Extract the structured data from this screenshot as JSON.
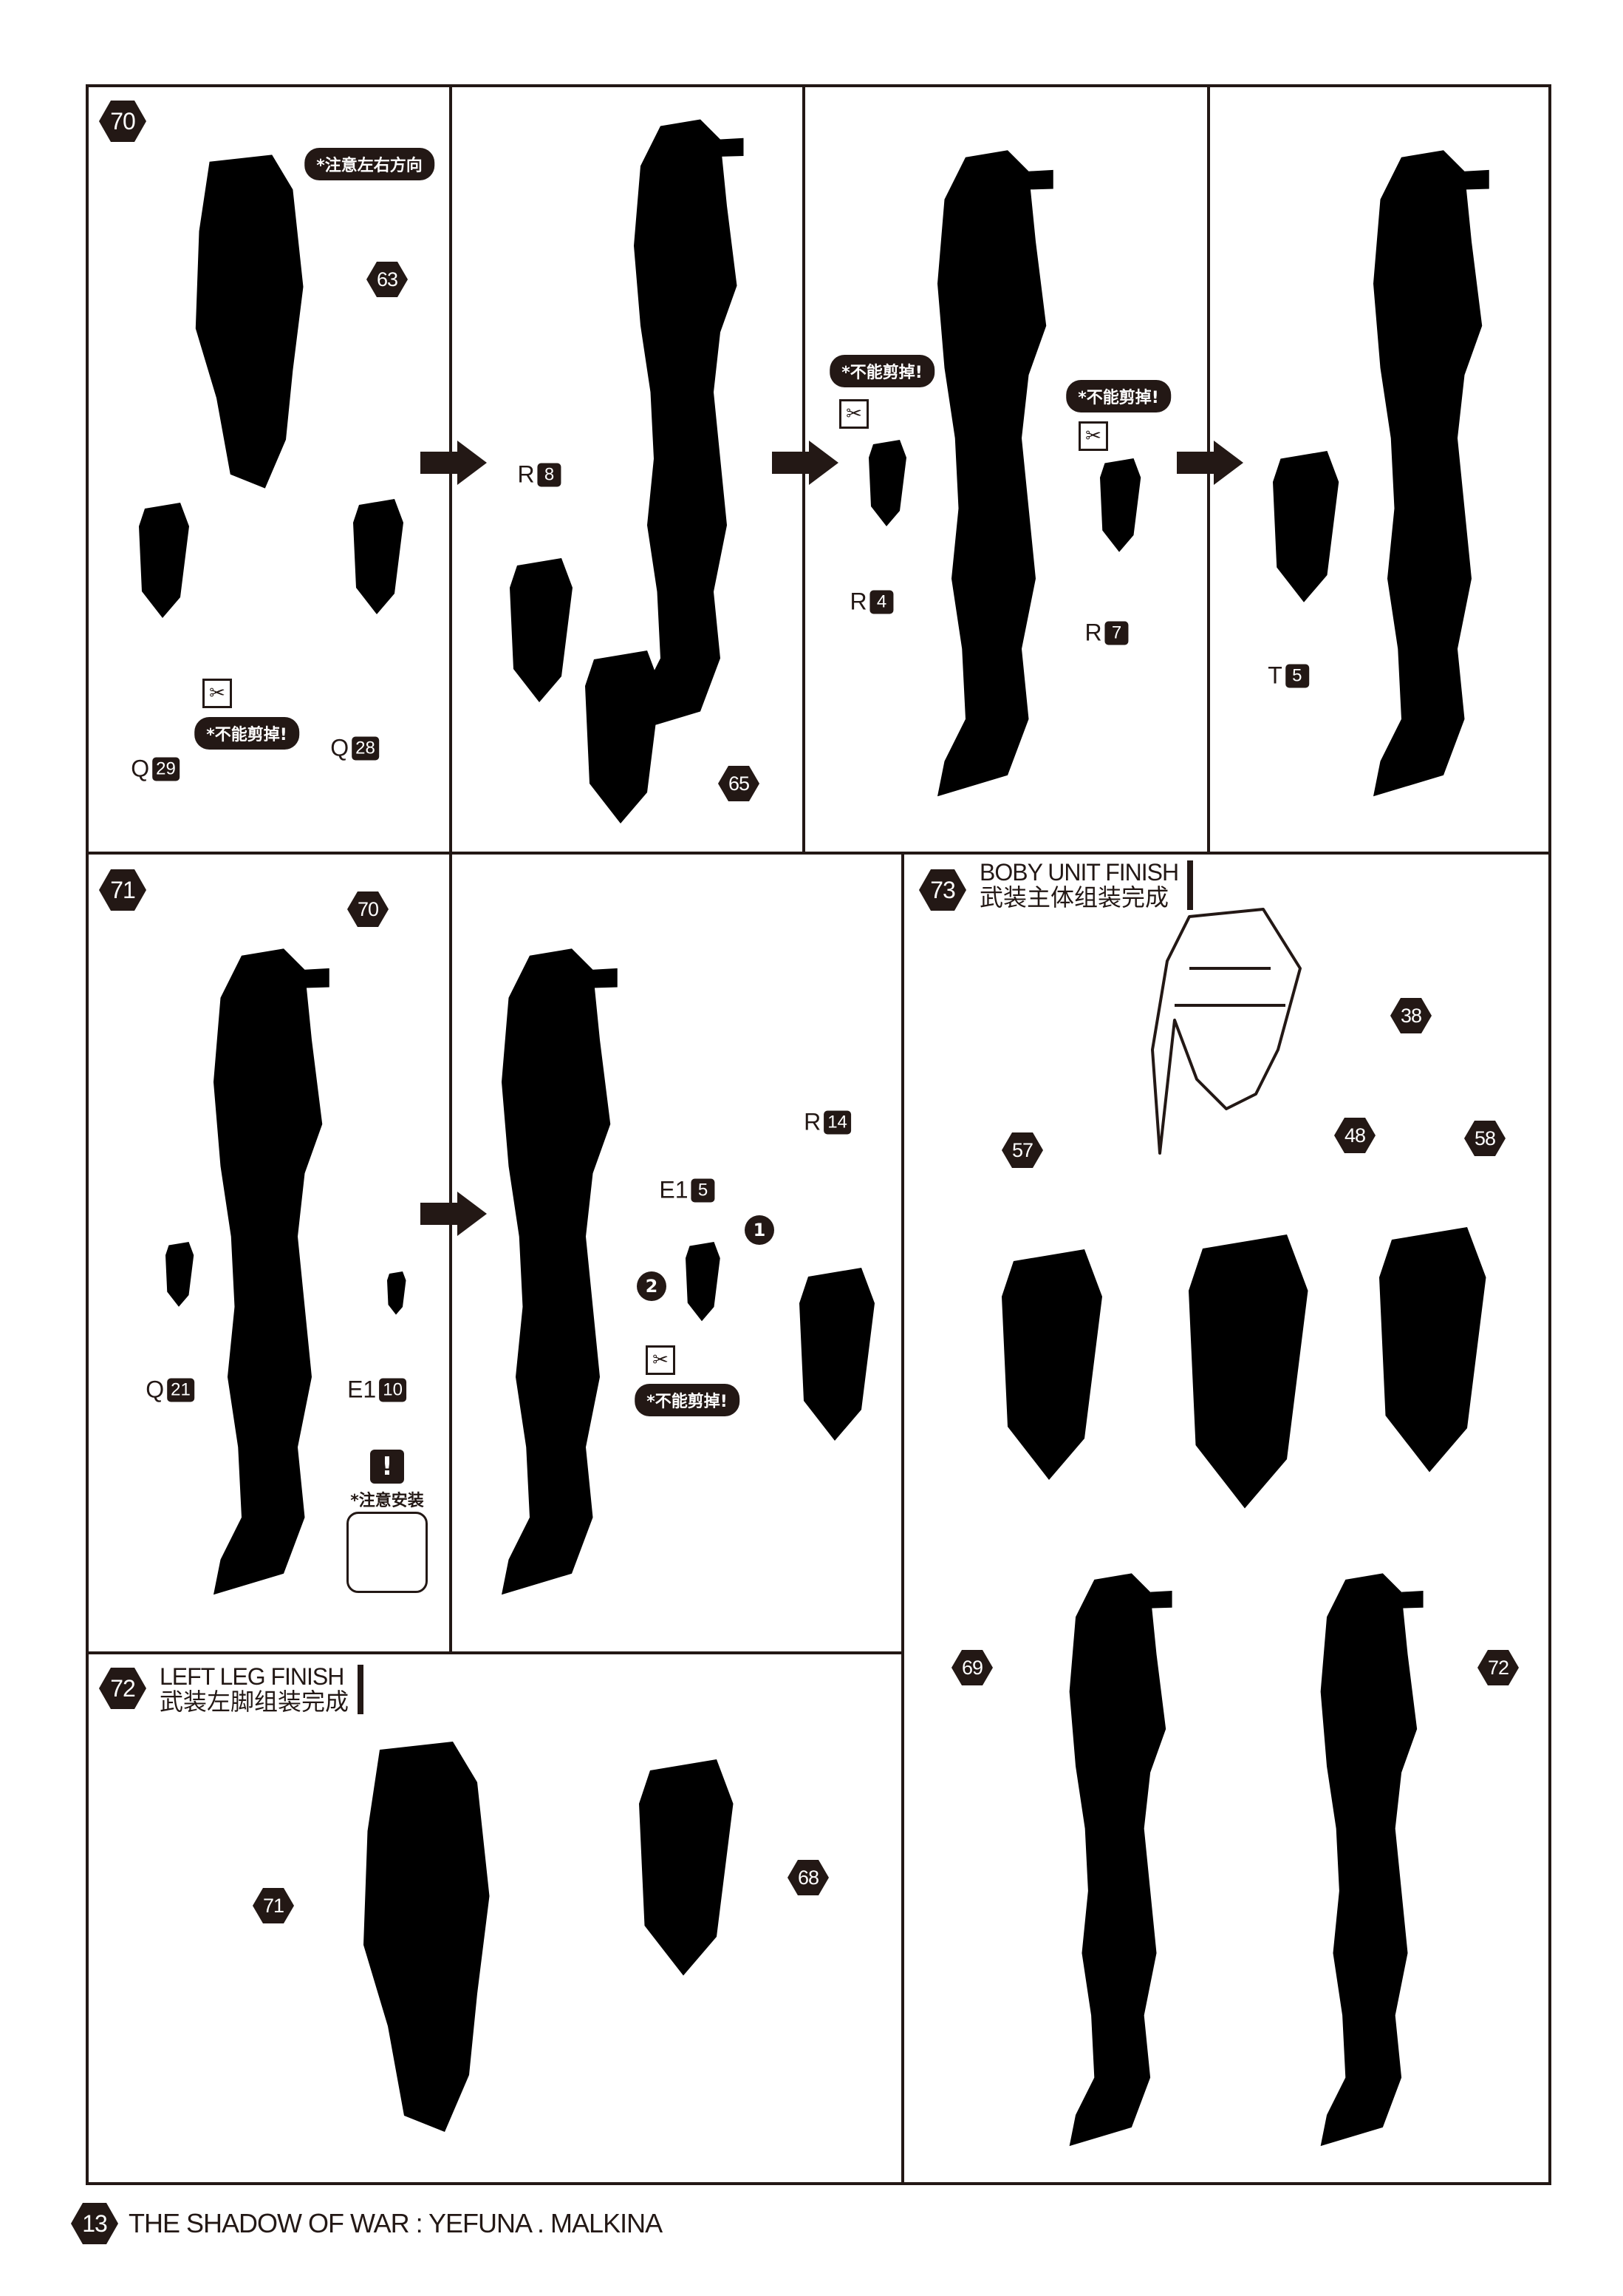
{
  "step70": {
    "number": "70",
    "note_direction": "*注意左右方向",
    "part_63": "63",
    "q29": {
      "letter": "Q",
      "num": "29"
    },
    "q28": {
      "letter": "Q",
      "num": "28"
    },
    "note_nocut_a": "*不能剪掉!",
    "r8": {
      "letter": "R",
      "num": "8"
    },
    "part_65": "65",
    "note_nocut_b": "*不能剪掉!",
    "r4": {
      "letter": "R",
      "num": "4"
    },
    "note_nocut_c": "*不能剪掉!",
    "r7": {
      "letter": "R",
      "num": "7"
    },
    "t5": {
      "letter": "T",
      "num": "5"
    }
  },
  "step71": {
    "number": "71",
    "part_70": "70",
    "q21": {
      "letter": "Q",
      "num": "21"
    },
    "e110": {
      "letter": "E1",
      "num": "10"
    },
    "warn_symbol": "!",
    "note_install": "*注意安装",
    "e15": {
      "letter": "E1",
      "num": "5"
    },
    "r14": {
      "letter": "R",
      "num": "14"
    },
    "order_1": "1",
    "order_2": "2",
    "note_nocut": "*不能剪掉!"
  },
  "step72": {
    "number": "72",
    "title_en": "LEFT LEG FINISH",
    "title_zh": "武装左脚组装完成",
    "part_71": "71",
    "part_68": "68"
  },
  "step73": {
    "number": "73",
    "title_en": "BOBY UNIT FINISH",
    "title_zh": "武装主体组装完成",
    "part_38": "38",
    "part_57": "57",
    "part_48": "48",
    "part_58": "58",
    "part_69": "69",
    "part_72": "72"
  },
  "footer": {
    "page": "13",
    "title": "THE SHADOW OF WAR : YEFUNA . MALKINA"
  }
}
